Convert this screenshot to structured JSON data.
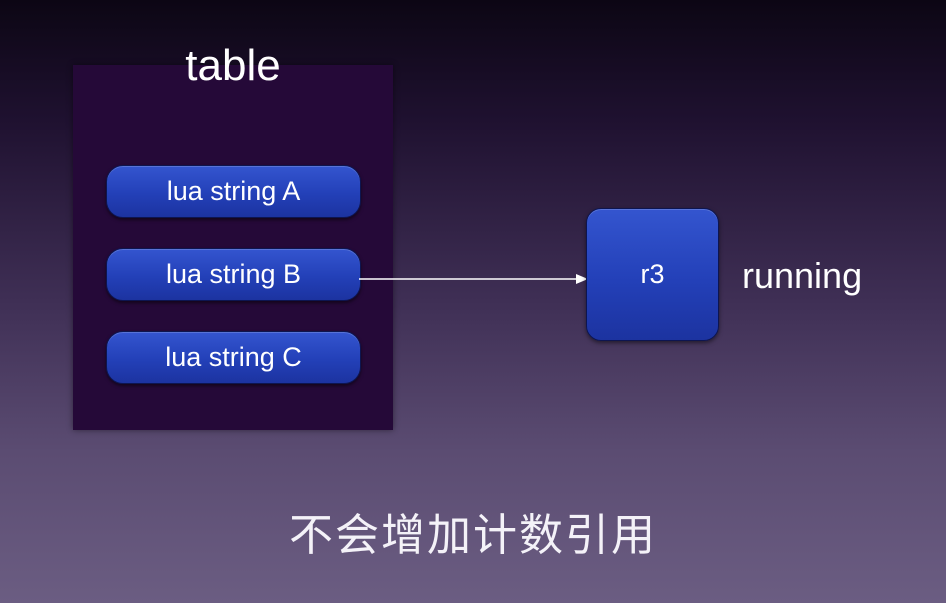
{
  "table": {
    "title": "table",
    "items": [
      {
        "label": "lua string A"
      },
      {
        "label": "lua string B"
      },
      {
        "label": "lua string C"
      }
    ]
  },
  "register": {
    "label": "r3",
    "state": "running"
  },
  "caption": "不会增加计数引用",
  "colors": {
    "table_bg": "#250938",
    "node_fill": "#2340b8",
    "arrow": "#ffffff"
  }
}
